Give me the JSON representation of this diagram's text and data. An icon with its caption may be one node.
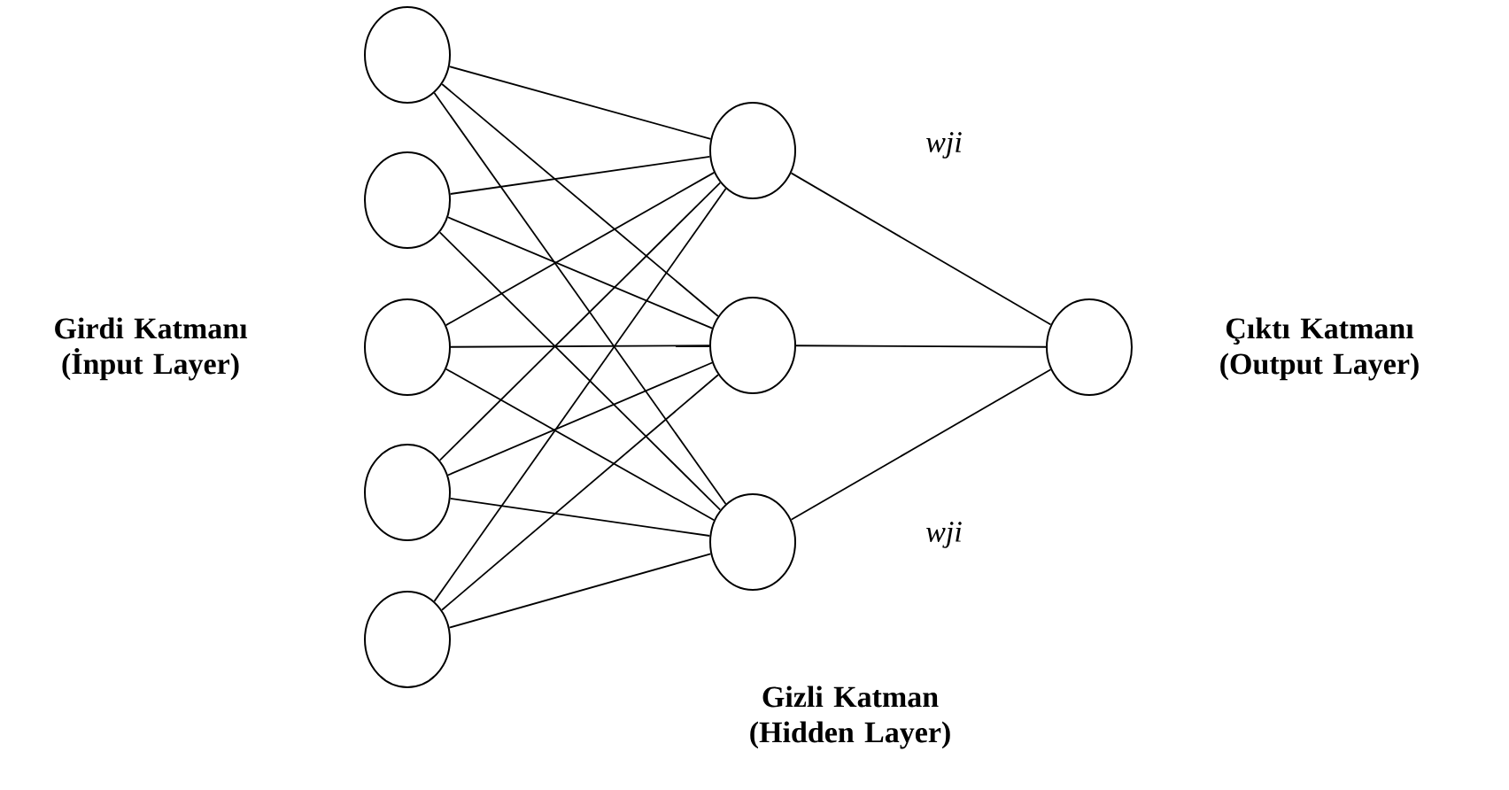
{
  "diagram": {
    "nodes": [
      {
        "text": [],
        "shape": "circle"
      },
      {
        "text": [],
        "shape": "circle"
      },
      {
        "text": [],
        "shape": "circle"
      },
      {
        "text": [],
        "shape": "circle"
      },
      {
        "text": [],
        "shape": "circle"
      },
      {
        "text": [],
        "shape": "circle"
      },
      {
        "text": [],
        "shape": "circle"
      },
      {
        "text": [],
        "shape": "circle"
      },
      {
        "text": [],
        "shape": "circle"
      }
    ],
    "edges": [
      {
        "from": 0,
        "to": 5,
        "arrow": "none"
      },
      {
        "from": 0,
        "to": 6,
        "arrow": "none"
      },
      {
        "from": 0,
        "to": 7,
        "arrow": "none"
      },
      {
        "from": 1,
        "to": 5,
        "arrow": "none"
      },
      {
        "from": 1,
        "to": 6,
        "arrow": "none"
      },
      {
        "from": 1,
        "to": 7,
        "arrow": "none"
      },
      {
        "from": 2,
        "to": 5,
        "arrow": "none"
      },
      {
        "from": 2,
        "to": 6,
        "arrow": "none"
      },
      {
        "from": 2,
        "to": 7,
        "arrow": "none"
      },
      {
        "from": 3,
        "to": 5,
        "arrow": "none"
      },
      {
        "from": 3,
        "to": 6,
        "arrow": "none"
      },
      {
        "from": 3,
        "to": 7,
        "arrow": "none"
      },
      {
        "from": 4,
        "to": 5,
        "arrow": "none"
      },
      {
        "from": 4,
        "to": 6,
        "arrow": "none"
      },
      {
        "from": 4,
        "to": 7,
        "arrow": "none"
      },
      {
        "from": 5,
        "to": 8,
        "arrow": "none"
      },
      {
        "from": 6,
        "to": 8,
        "arrow": "none"
      },
      {
        "from": 7,
        "to": 8,
        "arrow": "none"
      }
    ],
    "labels": [
      "wji",
      "Girdi Katmanı (İnput Layer)",
      "Çıktı Katmanı (Output Layer)",
      "wji",
      "Gizli Katman (Hidden Layer)"
    ]
  }
}
